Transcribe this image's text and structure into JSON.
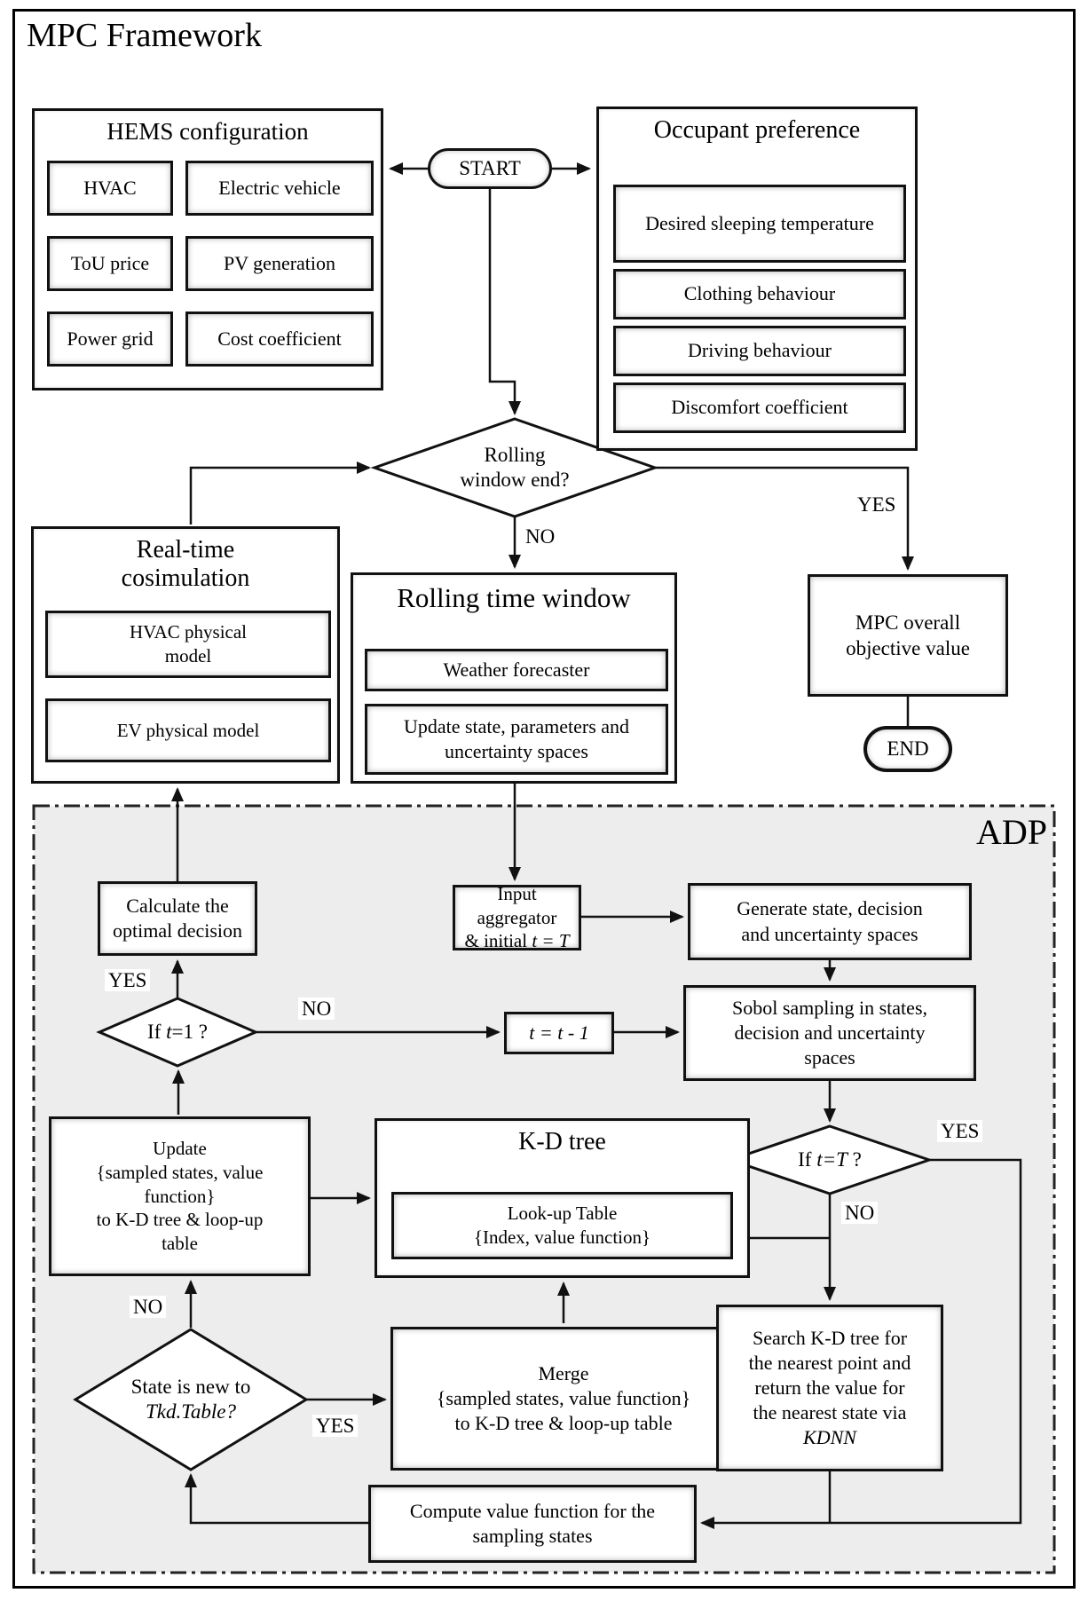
{
  "frame": {
    "title": "MPC Framework"
  },
  "adp_label": "ADP",
  "start_label": "START",
  "end_label": "END",
  "hems": {
    "title": "HEMS configuration",
    "items": [
      "HVAC",
      "Electric vehicle",
      "ToU price",
      "PV generation",
      "Power grid",
      "Cost coefficient"
    ]
  },
  "occupant": {
    "title": "Occupant preference",
    "items": [
      "Desired sleeping temperature",
      "Clothing behaviour",
      "Driving behaviour",
      "Discomfort coefficient"
    ]
  },
  "rolling_end": {
    "line1": "Rolling",
    "line2": "window end?",
    "no": "NO",
    "yes": "YES"
  },
  "realtime": {
    "title": "Real-time\ncosimulation",
    "items": [
      "HVAC physical\nmodel",
      "EV physical model"
    ]
  },
  "rolling_time": {
    "title": "Rolling time window",
    "items": [
      "Weather forecaster",
      "Update state, parameters and\nuncertainty spaces"
    ]
  },
  "mpc_objective": "MPC overall\nobjective value",
  "calc_optimal": "Calculate the\noptimal decision",
  "input_agg": {
    "line1": "Input aggregator",
    "line2_pre": "& initial ",
    "line2_math": "t = T"
  },
  "generate": "Generate state, decision\nand uncertainty spaces",
  "sobol": "Sobol sampling in states,\ndecision and uncertainty\nspaces",
  "if_t1": {
    "pre": "If ",
    "math": "t",
    "post": "=1 ?",
    "yes": "YES",
    "no": "NO"
  },
  "t_dec": "t = t - 1",
  "if_tT": {
    "pre": "If ",
    "math": "t=T",
    "post": " ?",
    "yes": "YES",
    "no": "NO"
  },
  "update_box": "Update\n{sampled states, value\nfunction}\nto K-D tree & loop-up\ntable",
  "kdtree": {
    "title": "K-D tree",
    "inner": "Look-up Table\n{Index, value function}"
  },
  "state_new": {
    "line1": "State is new to",
    "line2": "Tkd.Table?",
    "yes": "YES",
    "no": "NO"
  },
  "merge_box": "Merge\n{sampled states, value function}\nto K-D tree & loop-up table",
  "search": {
    "lines": "Search K-D tree for\nthe nearest point and\nreturn the value for\nthe nearest state via",
    "math": "KDNN"
  },
  "compute": "Compute value function for the\nsampling states"
}
